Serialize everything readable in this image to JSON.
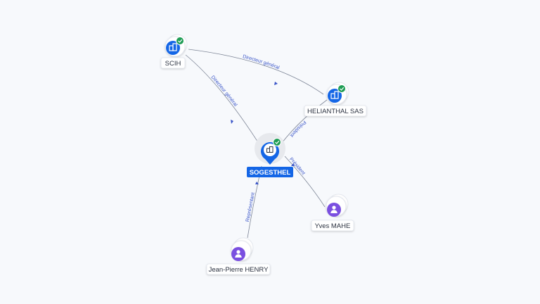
{
  "colors": {
    "company": "#1466e6",
    "person": "#7a4fe0",
    "verified": "#1f9d55",
    "edge": "#7d8596",
    "edge_label": "#3a55c8"
  },
  "nodes": {
    "scih": {
      "label": "SCIH",
      "icon": "building-icon",
      "verified": true
    },
    "helianthal": {
      "label": "HELIANTHAL SAS",
      "icon": "building-icon",
      "verified": true
    },
    "sogesthel": {
      "label": "SOGESTHEL",
      "icon": "building-icon",
      "verified": true
    },
    "yves": {
      "label": "Yves MAHE",
      "icon": "person-icon"
    },
    "jeanpierre": {
      "label": "Jean-Pierre HENRY",
      "icon": "person-icon"
    }
  },
  "edges": {
    "scih_helianthal": "Directeur général",
    "scih_sogesthel": "Directeur général",
    "helianthal_sogesthel": "Président",
    "yves_sogesthel": "Président",
    "jeanpierre_sogesthel": "Représentant"
  }
}
